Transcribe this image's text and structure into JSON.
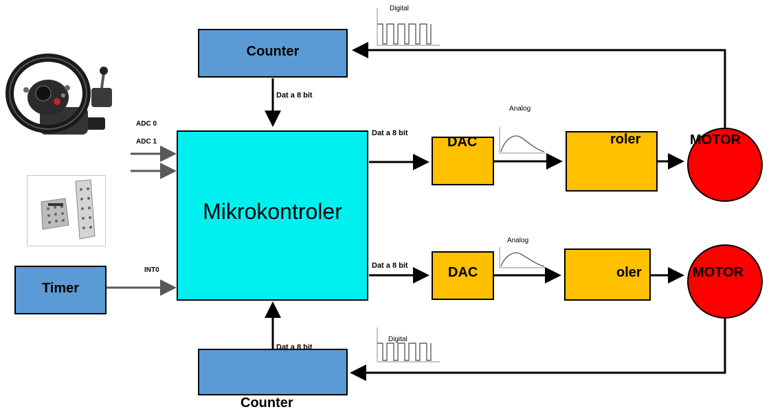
{
  "blocks": {
    "counter_top": "Counter",
    "counter_bottom": "Counter",
    "timer": "Timer",
    "mcu": "Mikrokontroler",
    "dac_top": "DAC",
    "dac_bottom": "DAC",
    "roler_top": "roler",
    "roler_bottom": "oler",
    "motor_top": "MOTOR",
    "motor_bottom": "MOTOR"
  },
  "labels": {
    "data8_top": "Dat a 8 bit",
    "data8_right_top": "Dat a 8 bit",
    "data8_right_bottom": "Dat a 8 bit",
    "data8_bottom": "Dat a 8 bit",
    "adc0": "ADC 0",
    "adc1": "ADC 1",
    "int0": "INT0",
    "digital_top": "Digital",
    "digital_bottom": "Digital",
    "analog_top": "Analog",
    "analog_bottom": "Analog"
  },
  "colors": {
    "counter": "#5b9bd5",
    "mcu": "#00f0f0",
    "dac_roler": "#ffc000",
    "motor": "#ff0000"
  },
  "images": {
    "steering_wheel": "steering-wheel-icon",
    "pedals": "pedals-icon"
  }
}
